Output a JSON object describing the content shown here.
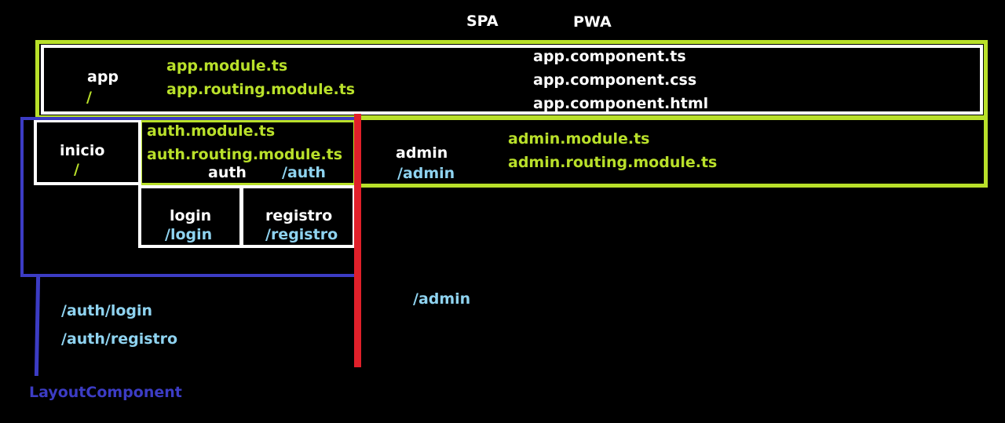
{
  "header": {
    "spa": "SPA",
    "pwa": "PWA"
  },
  "app": {
    "label": "app",
    "route": "/",
    "module": "app.module.ts",
    "routing_module": "app.routing.module.ts",
    "component_ts": "app.component.ts",
    "component_css": "app.component.css",
    "component_html": "app.component.html"
  },
  "inicio": {
    "label": "inicio",
    "route": "/"
  },
  "auth": {
    "label": "auth",
    "route": "/auth",
    "module": "auth.module.ts",
    "routing_module": "auth.routing.module.ts"
  },
  "admin": {
    "label": "admin",
    "route": "/admin",
    "module": "admin.module.ts",
    "routing_module": "admin.routing.module.ts",
    "route_below": "/admin"
  },
  "login": {
    "label": "login",
    "route": "/login"
  },
  "registro": {
    "label": "registro",
    "route": "/registro"
  },
  "auth_routes": {
    "login": "/auth/login",
    "registro": "/auth/registro"
  },
  "layout": {
    "label": "LayoutComponent"
  },
  "colors": {
    "green": "#b9e02a",
    "white": "#ffffff",
    "cyan": "#8fd3f0",
    "blue": "#3c3cc4",
    "red": "#e0202a"
  }
}
